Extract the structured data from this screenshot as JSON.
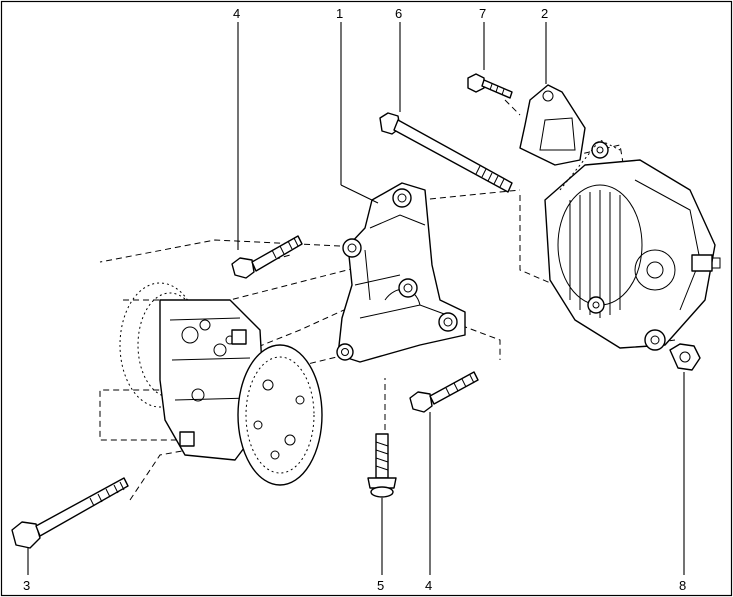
{
  "callouts": [
    {
      "id": "c4-top",
      "text": "4"
    },
    {
      "id": "c1",
      "text": "1"
    },
    {
      "id": "c6",
      "text": "6"
    },
    {
      "id": "c7",
      "text": "7"
    },
    {
      "id": "c2",
      "text": "2"
    },
    {
      "id": "c3",
      "text": "3"
    },
    {
      "id": "c5",
      "text": "5"
    },
    {
      "id": "c4-bottom",
      "text": "4"
    },
    {
      "id": "c8",
      "text": "8"
    }
  ]
}
